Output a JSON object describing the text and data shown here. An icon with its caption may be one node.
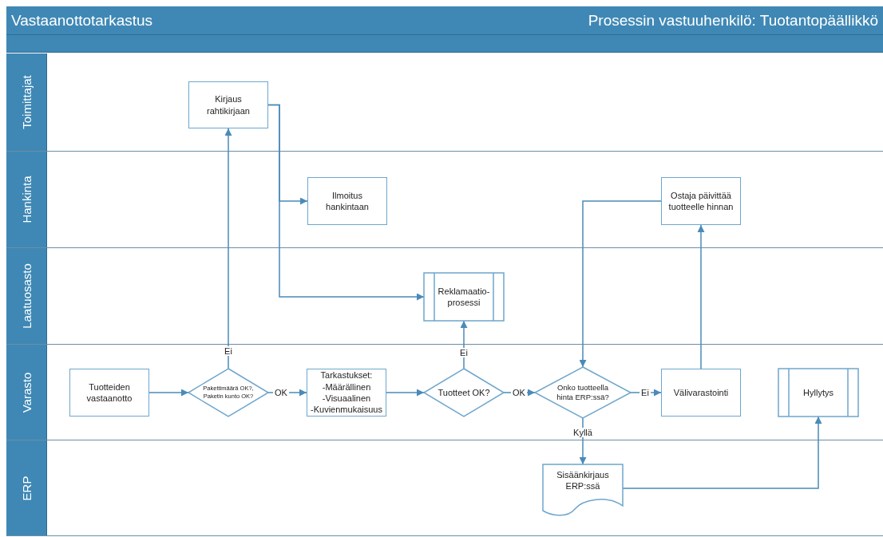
{
  "diagram": {
    "title": "Vastaanottotarkastus",
    "nodes": [
      {
        "text": [
          "Toimittajat"
        ]
      },
      {
        "text": [
          "Hankinta"
        ]
      },
      {
        "text": [
          "Laatuosasto"
        ]
      },
      {
        "text": [
          "Varasto"
        ]
      },
      {
        "text": [
          "ERP"
        ]
      },
      {
        "text": [
          "Kirjaus rahtikirjaan"
        ],
        "in": 0
      },
      {
        "text": [
          "Ilmoitus hankintaan"
        ],
        "in": 1
      },
      {
        "text": [
          "Ostaja päivittää tuotteelle hinnan"
        ],
        "in": 1
      },
      {
        "text": [
          "Reklamaatio- prosessi"
        ],
        "in": 2
      },
      {
        "text": [
          "Tuotteiden vastaanotto"
        ],
        "in": 3
      },
      {
        "text": [
          "Pakettimäärä OK?, Paketin kunto OK?"
        ],
        "in": 3
      },
      {
        "text": [
          "Tarkastukset: -Määrällinen -Visuaalinen -Kuvienmukaisuus"
        ],
        "in": 3
      },
      {
        "text": [
          "Tuotteet OK?"
        ],
        "in": 3
      },
      {
        "text": [
          "Onko tuotteella hinta ERP:ssä?"
        ],
        "in": 3
      },
      {
        "text": [
          "Välivarastointi"
        ],
        "in": 3
      },
      {
        "text": [
          "Hyllytys"
        ],
        "in": 3
      },
      {
        "text": [
          "Sisäänkirjaus ERP:ssä"
        ],
        "in": 4
      }
    ],
    "edges": [
      {
        "from": 10,
        "to": 5,
        "arrow": "to",
        "label": "Ei"
      },
      {
        "from": 5,
        "to": 6,
        "arrow": "to"
      },
      {
        "from": 5,
        "to": 8,
        "arrow": "to"
      },
      {
        "from": 12,
        "to": 8,
        "arrow": "to",
        "label": "Ei"
      },
      {
        "from": 9,
        "to": 10,
        "arrow": "to"
      },
      {
        "from": 10,
        "to": 11,
        "arrow": "to",
        "label": "OK"
      },
      {
        "from": 11,
        "to": 12,
        "arrow": "to"
      },
      {
        "from": 12,
        "to": 13,
        "arrow": "to",
        "label": "OK"
      },
      {
        "from": 13,
        "to": 14,
        "arrow": "to",
        "label": "Ei"
      },
      {
        "from": 13,
        "to": 16,
        "arrow": "to",
        "label": "Kyllä"
      },
      {
        "from": 14,
        "to": 7,
        "arrow": "to"
      },
      {
        "from": 7,
        "to": 13,
        "arrow": "to"
      },
      {
        "from": 16,
        "to": 15,
        "arrow": "to"
      }
    ],
    "labels": [
      "Prosessin vastuuhenkilö: Tuotantopäällikkö"
    ]
  }
}
